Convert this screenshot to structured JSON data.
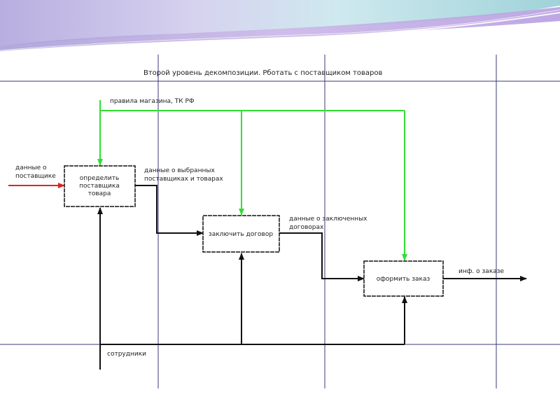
{
  "diagram": {
    "title": "Второй уровень декомпозиции. Рботать с поставщиком товаров",
    "boxes": [
      {
        "lines": [
          "определить",
          "поставщика",
          "товара"
        ]
      },
      {
        "lines": [
          "заключить договор"
        ]
      },
      {
        "lines": [
          "оформить заказ"
        ]
      }
    ],
    "labels": {
      "control": "правила магазина, ТК РФ",
      "input_line1": "данные о",
      "input_line2": "поставщике",
      "out1_line1": "данные о выбранных",
      "out1_line2": "поставщиках и товарах",
      "out2_line1": "данные о заключенных",
      "out2_line2": "договорах",
      "output": "инф. о заказе",
      "mechanism": "сотрудники"
    },
    "colors": {
      "control_arrow": "#33dd33",
      "input_arrow": "#dd2222",
      "flow_arrow": "#111111",
      "guide_lines": "#3a3a7a"
    }
  }
}
